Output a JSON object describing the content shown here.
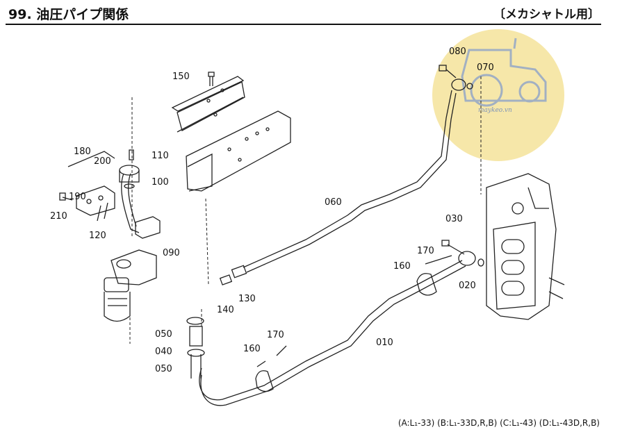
{
  "header": {
    "title": "99. 油圧パイプ関係",
    "subtitle": "〔メカシャトル用〕"
  },
  "footer": {
    "models": "(A:L₁-33) (B:L₁-33D,R,B) (C:L₁-43) (D:L₁-43D,R,B)"
  },
  "watermark": {
    "text": "maykeo.vn",
    "color": "#f4e39a",
    "icon": "tractor-icon"
  },
  "callouts": {
    "c150": "150",
    "c180": "180",
    "c200": "200",
    "c110": "110",
    "c100": "100",
    "c190": "190",
    "c210": "210",
    "c120": "120",
    "c090": "090",
    "c060": "060",
    "c080": "080",
    "c070": "070",
    "c030": "030",
    "c170a": "170",
    "c160a": "160",
    "c020": "020",
    "c130": "130",
    "c140": "140",
    "c050a": "050",
    "c040": "040",
    "c050b": "050",
    "c010": "010",
    "c170b": "170",
    "c160b": "160"
  }
}
